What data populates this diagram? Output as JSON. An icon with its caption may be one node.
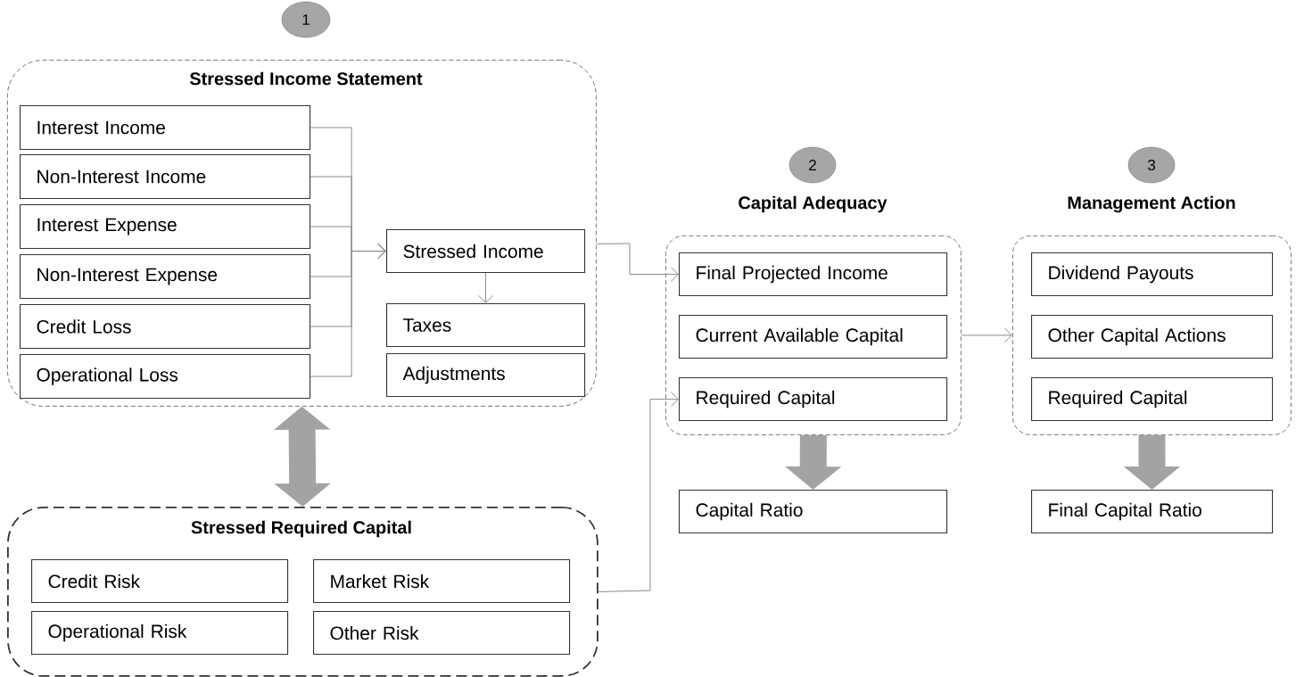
{
  "diagram": {
    "nodes": [
      {
        "text": [
          "1"
        ]
      },
      {
        "text": [
          "Stressed Income Statement"
        ]
      },
      {
        "text": [
          "Interest Income"
        ],
        "in": 1
      },
      {
        "text": [
          "Non-Interest Income"
        ],
        "in": 1
      },
      {
        "text": [
          "Interest Expense"
        ],
        "in": 1
      },
      {
        "text": [
          "Non-Interest Expense"
        ],
        "in": 1
      },
      {
        "text": [
          "Credit Loss"
        ],
        "in": 1
      },
      {
        "text": [
          "Operational Loss"
        ],
        "in": 1
      },
      {
        "text": [
          "Stressed Income"
        ],
        "in": 1
      },
      {
        "text": [
          "Taxes"
        ],
        "in": 1
      },
      {
        "text": [
          "Adjustments"
        ],
        "in": 1
      },
      {
        "text": [
          "2"
        ]
      },
      {
        "text": [
          "Capital Adequacy"
        ]
      },
      {
        "text": [
          "Final Projected Income"
        ],
        "in": 12
      },
      {
        "text": [
          "Current Available Capital"
        ],
        "in": 12
      },
      {
        "text": [
          "Required Capital"
        ],
        "in": 12
      },
      {
        "text": [
          "3"
        ]
      },
      {
        "text": [
          "Management Action"
        ]
      },
      {
        "text": [
          "Dividend Payouts"
        ],
        "in": 17
      },
      {
        "text": [
          "Other Capital Actions"
        ],
        "in": 17
      },
      {
        "text": [
          "Required Capital"
        ],
        "in": 17
      },
      {
        "text": [
          "Capital Ratio"
        ]
      },
      {
        "text": [
          "Final Capital Ratio"
        ]
      },
      {
        "text": [
          "Stressed Required Capital"
        ]
      },
      {
        "text": [
          "Credit Risk"
        ],
        "in": 23
      },
      {
        "text": [
          "Market Risk"
        ],
        "in": 23
      },
      {
        "text": [
          "Operational Risk"
        ],
        "in": 23
      },
      {
        "text": [
          "Other Risk"
        ],
        "in": 23
      }
    ],
    "edges": [
      {
        "from": 2,
        "to": 8,
        "arrow": "to"
      },
      {
        "from": 3,
        "to": 8,
        "arrow": "to"
      },
      {
        "from": 4,
        "to": 8,
        "arrow": "to"
      },
      {
        "from": 5,
        "to": 8,
        "arrow": "to"
      },
      {
        "from": 6,
        "to": 8,
        "arrow": "to"
      },
      {
        "from": 7,
        "to": 8,
        "arrow": "to"
      },
      {
        "from": 8,
        "to": 9,
        "arrow": "to"
      },
      {
        "from": 1,
        "to": 13,
        "arrow": "to"
      },
      {
        "from": 12,
        "to": 17,
        "arrow": "to"
      },
      {
        "from": 23,
        "to": 15,
        "arrow": "to"
      },
      {
        "from": 1,
        "to": 23,
        "arrow": "both",
        "style": "thick"
      },
      {
        "from": 12,
        "to": 21,
        "arrow": "to",
        "style": "thick"
      },
      {
        "from": 17,
        "to": 22,
        "arrow": "to",
        "style": "thick"
      }
    ]
  }
}
